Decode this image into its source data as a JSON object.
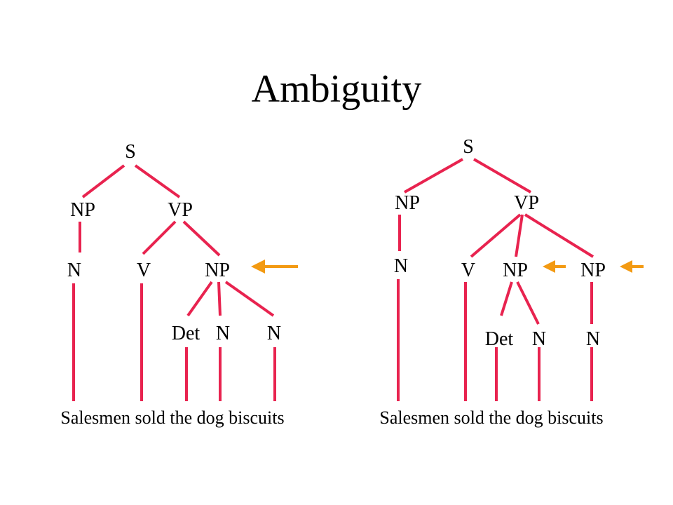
{
  "slide": {
    "title": "Ambiguity",
    "edge_color": "#e8234f",
    "arrow_color": "#f39a12"
  },
  "tree_left": {
    "labels": {
      "s": "S",
      "np": "NP",
      "vp": "VP",
      "n_subj": "N",
      "v": "V",
      "np_obj": "NP",
      "det": "Det",
      "n1": "N",
      "n2": "N"
    },
    "sentence": "Salesmen sold the dog biscuits"
  },
  "tree_right": {
    "labels": {
      "s": "S",
      "np": "NP",
      "vp": "VP",
      "n_subj": "N",
      "v": "V",
      "np1": "NP",
      "np2": "NP",
      "det": "Det",
      "n1": "N",
      "n2": "N"
    },
    "sentence": "Salesmen sold the dog biscuits"
  }
}
